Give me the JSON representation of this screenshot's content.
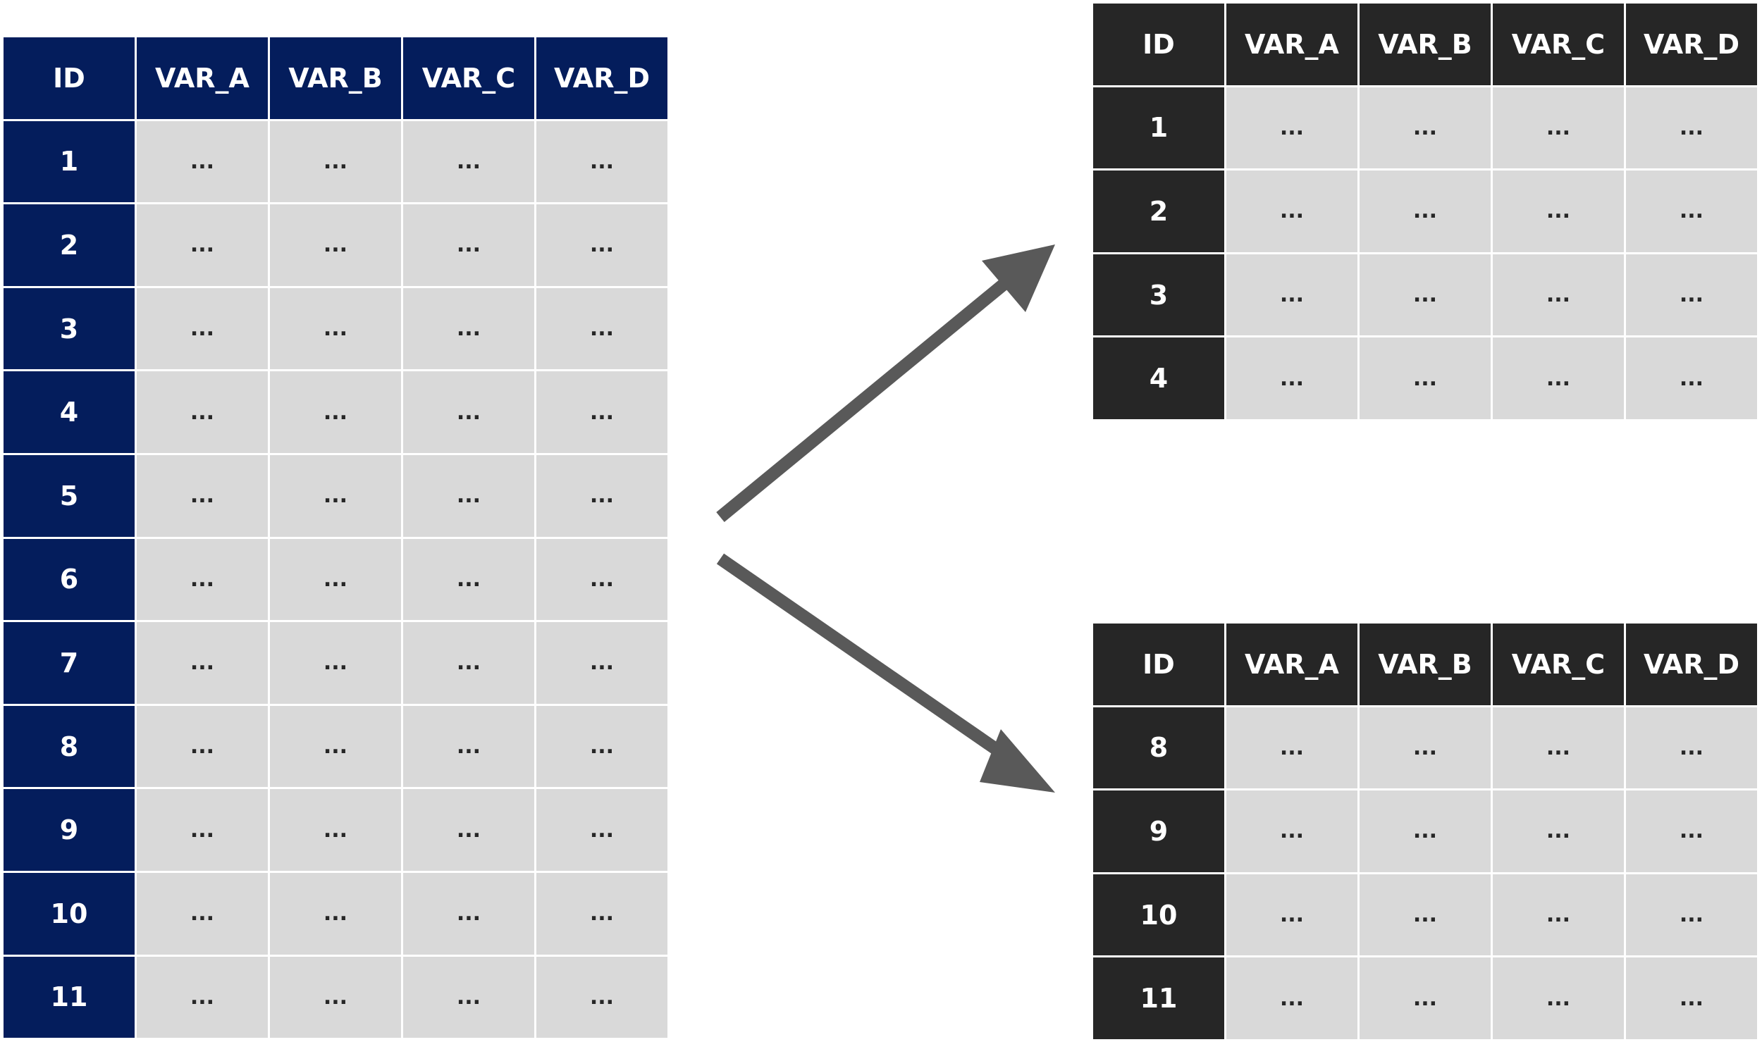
{
  "colors": {
    "main_header": "#041d5c",
    "split_header": "#262626",
    "cell_fill": "#d9d9d9",
    "arrow": "#595959"
  },
  "main_table": {
    "headers": [
      "ID",
      "VAR_A",
      "VAR_B",
      "VAR_C",
      "VAR_D"
    ],
    "rows": [
      {
        "id": "1",
        "cells": [
          "...",
          "...",
          "...",
          "..."
        ]
      },
      {
        "id": "2",
        "cells": [
          "...",
          "...",
          "...",
          "..."
        ]
      },
      {
        "id": "3",
        "cells": [
          "...",
          "...",
          "...",
          "..."
        ]
      },
      {
        "id": "4",
        "cells": [
          "...",
          "...",
          "...",
          "..."
        ]
      },
      {
        "id": "5",
        "cells": [
          "...",
          "...",
          "...",
          "..."
        ]
      },
      {
        "id": "6",
        "cells": [
          "...",
          "...",
          "...",
          "..."
        ]
      },
      {
        "id": "7",
        "cells": [
          "...",
          "...",
          "...",
          "..."
        ]
      },
      {
        "id": "8",
        "cells": [
          "...",
          "...",
          "...",
          "..."
        ]
      },
      {
        "id": "9",
        "cells": [
          "...",
          "...",
          "...",
          "..."
        ]
      },
      {
        "id": "10",
        "cells": [
          "...",
          "...",
          "...",
          "..."
        ]
      },
      {
        "id": "11",
        "cells": [
          "...",
          "...",
          "...",
          "..."
        ]
      }
    ]
  },
  "top_table": {
    "headers": [
      "ID",
      "VAR_A",
      "VAR_B",
      "VAR_C",
      "VAR_D"
    ],
    "rows": [
      {
        "id": "1",
        "cells": [
          "...",
          "...",
          "...",
          "..."
        ]
      },
      {
        "id": "2",
        "cells": [
          "...",
          "...",
          "...",
          "..."
        ]
      },
      {
        "id": "3",
        "cells": [
          "...",
          "...",
          "...",
          "..."
        ]
      },
      {
        "id": "4",
        "cells": [
          "...",
          "...",
          "...",
          "..."
        ]
      }
    ]
  },
  "bottom_table": {
    "headers": [
      "ID",
      "VAR_A",
      "VAR_B",
      "VAR_C",
      "VAR_D"
    ],
    "rows": [
      {
        "id": "8",
        "cells": [
          "...",
          "...",
          "...",
          "..."
        ]
      },
      {
        "id": "9",
        "cells": [
          "...",
          "...",
          "...",
          "..."
        ]
      },
      {
        "id": "10",
        "cells": [
          "...",
          "...",
          "...",
          "..."
        ]
      },
      {
        "id": "11",
        "cells": [
          "...",
          "...",
          "...",
          "..."
        ]
      }
    ]
  }
}
